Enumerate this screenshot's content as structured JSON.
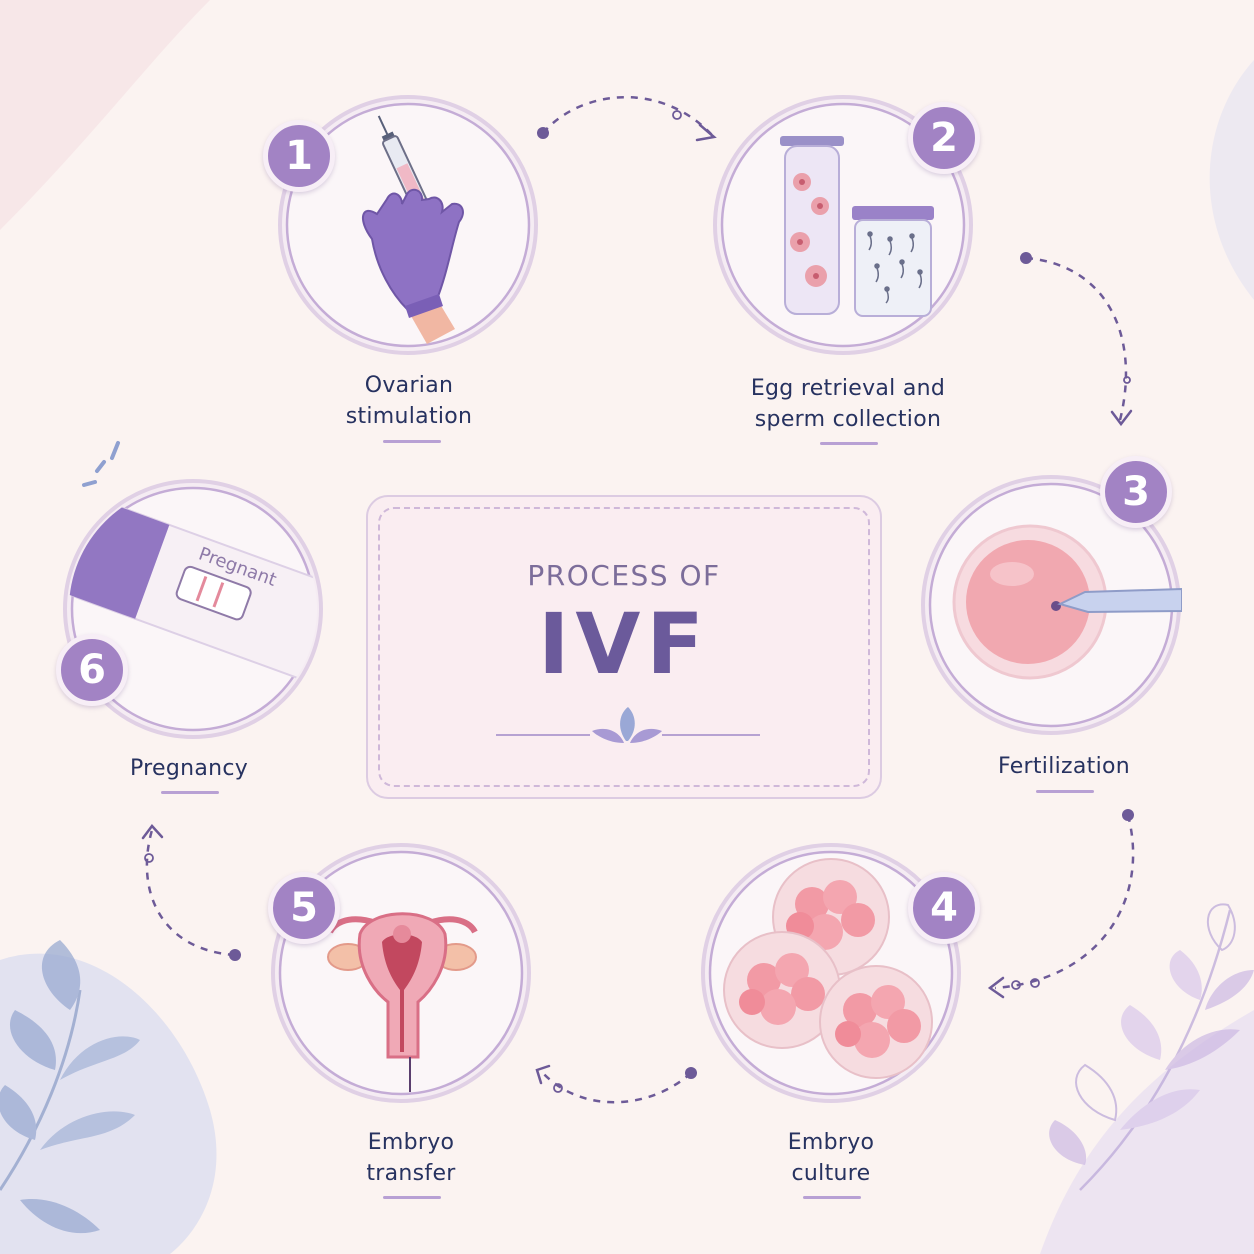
{
  "title": {
    "subtitle": "PROCESS OF",
    "main": "IVF"
  },
  "steps": [
    {
      "number": "1",
      "label_lines": [
        "Ovarian",
        "stimulation"
      ],
      "icon": "syringe-glove-icon"
    },
    {
      "number": "2",
      "label_lines": [
        "Egg retrieval and",
        "sperm collection"
      ],
      "icon": "test-tubes-icon"
    },
    {
      "number": "3",
      "label_lines": [
        "Fertilization"
      ],
      "icon": "egg-injection-icon"
    },
    {
      "number": "4",
      "label_lines": [
        "Embryo",
        "culture"
      ],
      "icon": "embryo-cells-icon"
    },
    {
      "number": "5",
      "label_lines": [
        "Embryo",
        "transfer"
      ],
      "icon": "uterus-icon"
    },
    {
      "number": "6",
      "label_lines": [
        "Pregnancy"
      ],
      "icon": "pregnancy-test-icon"
    }
  ],
  "pregnancy_test_text": "Pregnant",
  "colors": {
    "accent": "#a283c4",
    "text": "#273260",
    "background": "#fbf3f1",
    "ring": "#c4acd6"
  }
}
